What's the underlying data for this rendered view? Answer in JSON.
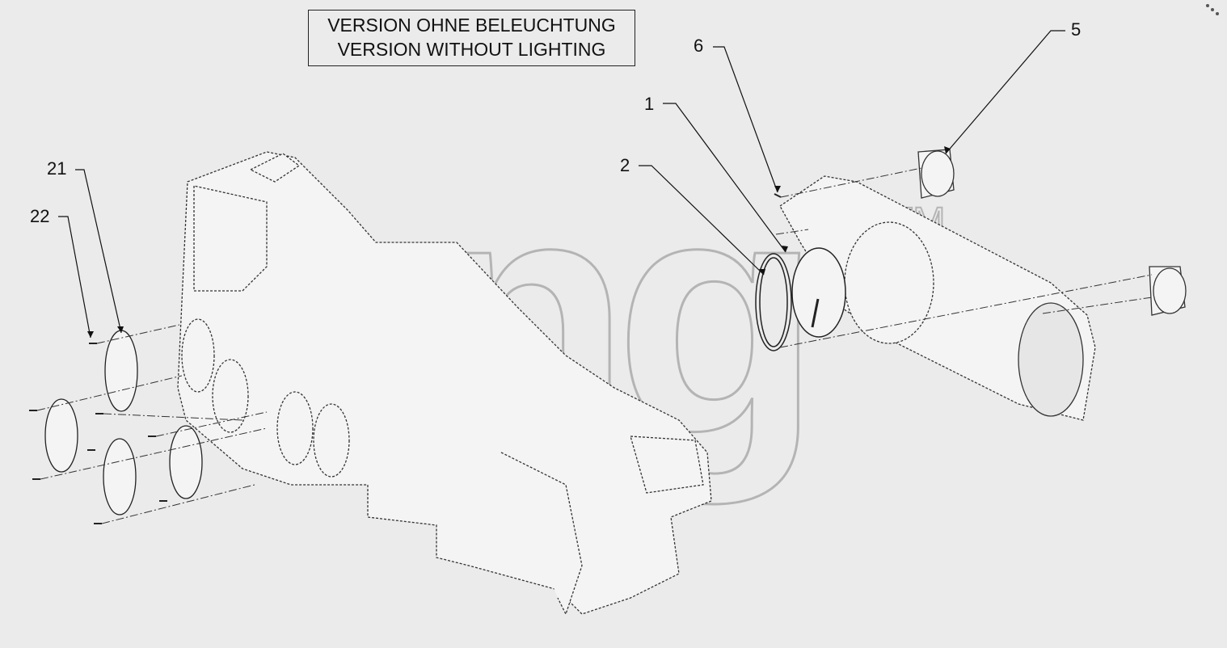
{
  "title": {
    "line1": "VERSION OHNE BELEUCHTUNG",
    "line2": "VERSION WITHOUT LIGHTING"
  },
  "callouts": [
    "1",
    "2",
    "5",
    "6",
    "21",
    "22"
  ],
  "watermark": {
    "text": "ang",
    "mark": "TM"
  },
  "colors": {
    "background": "#ebebeb",
    "line": "#222222",
    "watermark": "#9a9a9a"
  }
}
